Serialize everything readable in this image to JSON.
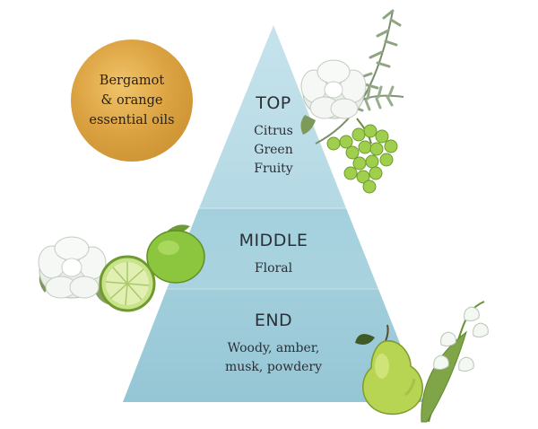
{
  "badge": {
    "lines": [
      "Bergamot",
      "& orange",
      "essential oils"
    ]
  },
  "pyramid": {
    "tiers": [
      {
        "heading": "TOP",
        "notes": [
          "Citrus",
          "Green",
          "Fruity"
        ]
      },
      {
        "heading": "MIDDLE",
        "notes": [
          "Floral"
        ]
      },
      {
        "heading": "END",
        "notes": [
          "Woody, amber,",
          "musk, powdery"
        ]
      }
    ]
  },
  "illustrations": {
    "top_right": [
      "gardenia-flower",
      "rosemary-sprig",
      "green-grapes"
    ],
    "middle_left": [
      "gardenia-flower",
      "bergamot-fruit"
    ],
    "bottom_right": [
      "pear",
      "lily-of-the-valley"
    ]
  },
  "colors": {
    "tier_top": "#b9dce6",
    "tier_middle": "#a9d3df",
    "tier_end": "#9ccbd9",
    "badge_gold": "#dca342"
  }
}
